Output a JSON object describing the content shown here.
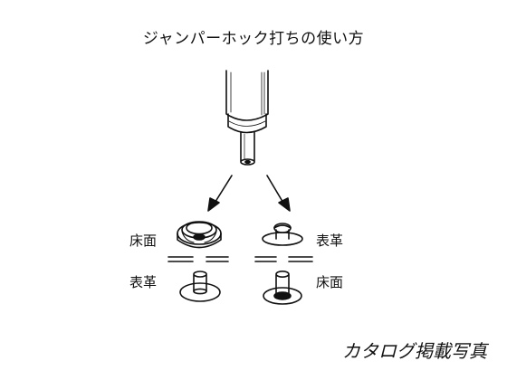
{
  "title": "ジャンパーホック打ちの使い方",
  "labels": {
    "top_left": "床面",
    "top_right": "表革",
    "bottom_left": "表革",
    "bottom_right": "床面"
  },
  "caption": "カタログ掲載写真",
  "colors": {
    "ink": "#111111",
    "background": "#ffffff"
  }
}
